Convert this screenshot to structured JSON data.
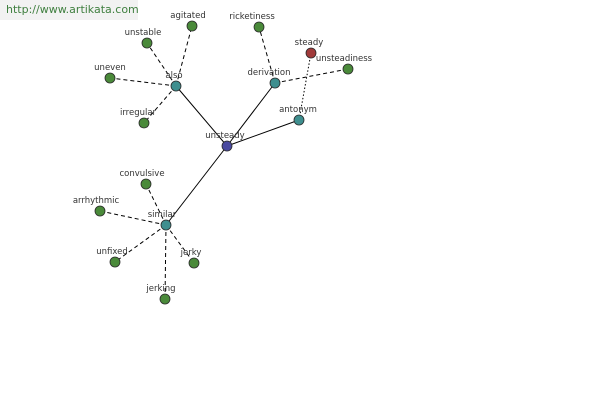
{
  "watermark": "http://www.artikata.com",
  "colors": {
    "root": "#4a4aa0",
    "relation": "#3f8f8f",
    "leaf": "#4a8a3a",
    "antonym_leaf": "#a03a3a"
  },
  "nodes": [
    {
      "id": "unsteady",
      "label": "unsteady",
      "kind": "root"
    },
    {
      "id": "also",
      "label": "also",
      "kind": "relation"
    },
    {
      "id": "derivation",
      "label": "derivation",
      "kind": "relation"
    },
    {
      "id": "antonym",
      "label": "antonym",
      "kind": "relation"
    },
    {
      "id": "similar",
      "label": "similar",
      "kind": "relation"
    },
    {
      "id": "agitated",
      "label": "agitated",
      "kind": "leaf"
    },
    {
      "id": "unstable",
      "label": "unstable",
      "kind": "leaf"
    },
    {
      "id": "uneven",
      "label": "uneven",
      "kind": "leaf"
    },
    {
      "id": "irregular",
      "label": "irregular",
      "kind": "leaf"
    },
    {
      "id": "ricketiness",
      "label": "ricketiness",
      "kind": "leaf"
    },
    {
      "id": "unsteadiness",
      "label": "unsteadiness",
      "kind": "leaf"
    },
    {
      "id": "steady",
      "label": "steady",
      "kind": "antonym_leaf"
    },
    {
      "id": "convulsive",
      "label": "convulsive",
      "kind": "leaf"
    },
    {
      "id": "arrhythmic",
      "label": "arrhythmic",
      "kind": "leaf"
    },
    {
      "id": "unfixed",
      "label": "unfixed",
      "kind": "leaf"
    },
    {
      "id": "jerky",
      "label": "jerky",
      "kind": "leaf"
    },
    {
      "id": "jerking",
      "label": "jerking",
      "kind": "leaf"
    }
  ],
  "edges": [
    {
      "from": "unsteady",
      "to": "also",
      "style": "solid"
    },
    {
      "from": "unsteady",
      "to": "derivation",
      "style": "solid"
    },
    {
      "from": "unsteady",
      "to": "antonym",
      "style": "solid"
    },
    {
      "from": "unsteady",
      "to": "similar",
      "style": "solid"
    },
    {
      "from": "also",
      "to": "agitated",
      "style": "dashed"
    },
    {
      "from": "also",
      "to": "unstable",
      "style": "dashed"
    },
    {
      "from": "also",
      "to": "uneven",
      "style": "dashed"
    },
    {
      "from": "also",
      "to": "irregular",
      "style": "dashed"
    },
    {
      "from": "derivation",
      "to": "ricketiness",
      "style": "dashed"
    },
    {
      "from": "derivation",
      "to": "unsteadiness",
      "style": "dashed"
    },
    {
      "from": "antonym",
      "to": "steady",
      "style": "dotted"
    },
    {
      "from": "similar",
      "to": "convulsive",
      "style": "dashed"
    },
    {
      "from": "similar",
      "to": "arrhythmic",
      "style": "dashed"
    },
    {
      "from": "similar",
      "to": "unfixed",
      "style": "dashed"
    },
    {
      "from": "similar",
      "to": "jerky",
      "style": "dashed"
    },
    {
      "from": "similar",
      "to": "jerking",
      "style": "dashed"
    }
  ]
}
